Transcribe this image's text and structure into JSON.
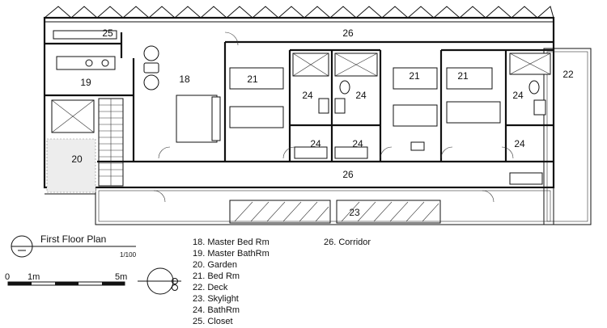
{
  "plan": {
    "title": "First Floor Plan",
    "scale": "1/100",
    "scalebar": {
      "zero": "0",
      "one": "1m",
      "five": "5m"
    },
    "rooms": {
      "corridor_top": "26",
      "closet": "25",
      "master_bath": "19",
      "master_bed": "18",
      "garden": "20",
      "bed_a": "21",
      "bath_a": "24",
      "bath_b": "24",
      "bed_b": "21",
      "bed_c": "21",
      "bath_c": "24",
      "deck": "22",
      "closet_a": "24",
      "closet_b": "24",
      "closet_c": "24",
      "corridor_bottom": "26",
      "skylight": "23"
    }
  },
  "legend": {
    "col1": [
      "18. Master Bed Rm",
      "19. Master BathRm",
      "20. Garden",
      "21. Bed Rm",
      "22. Deck",
      "23. Skylight",
      "24. BathRm",
      "25. Closet"
    ],
    "col2": [
      "26. Corridor"
    ]
  }
}
